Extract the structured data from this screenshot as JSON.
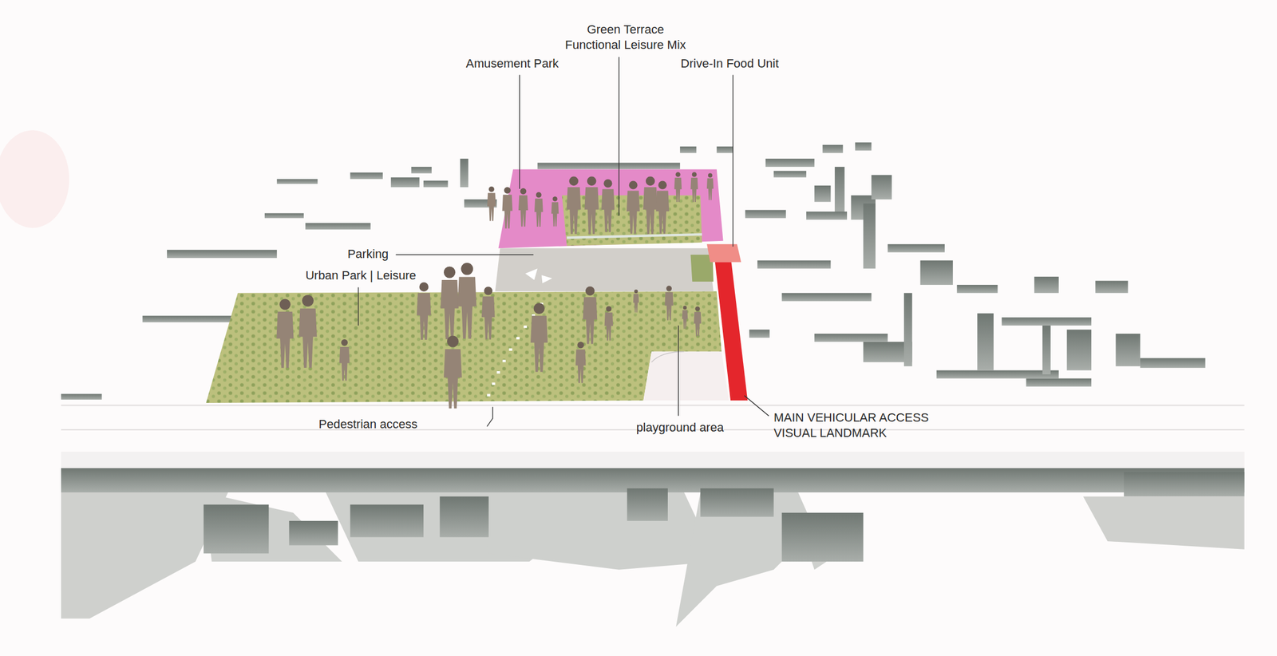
{
  "diagram": {
    "labels": [
      "Amusement Park",
      "Green Terrace Functional Leisure Mix",
      "Drive-In Food Unit",
      "Parking",
      "Urban Park | Leisure",
      "Pedestrian access",
      "playground area",
      "MAIN VEHICULAR ACCESS VISUAL LANDMARK"
    ]
  }
}
